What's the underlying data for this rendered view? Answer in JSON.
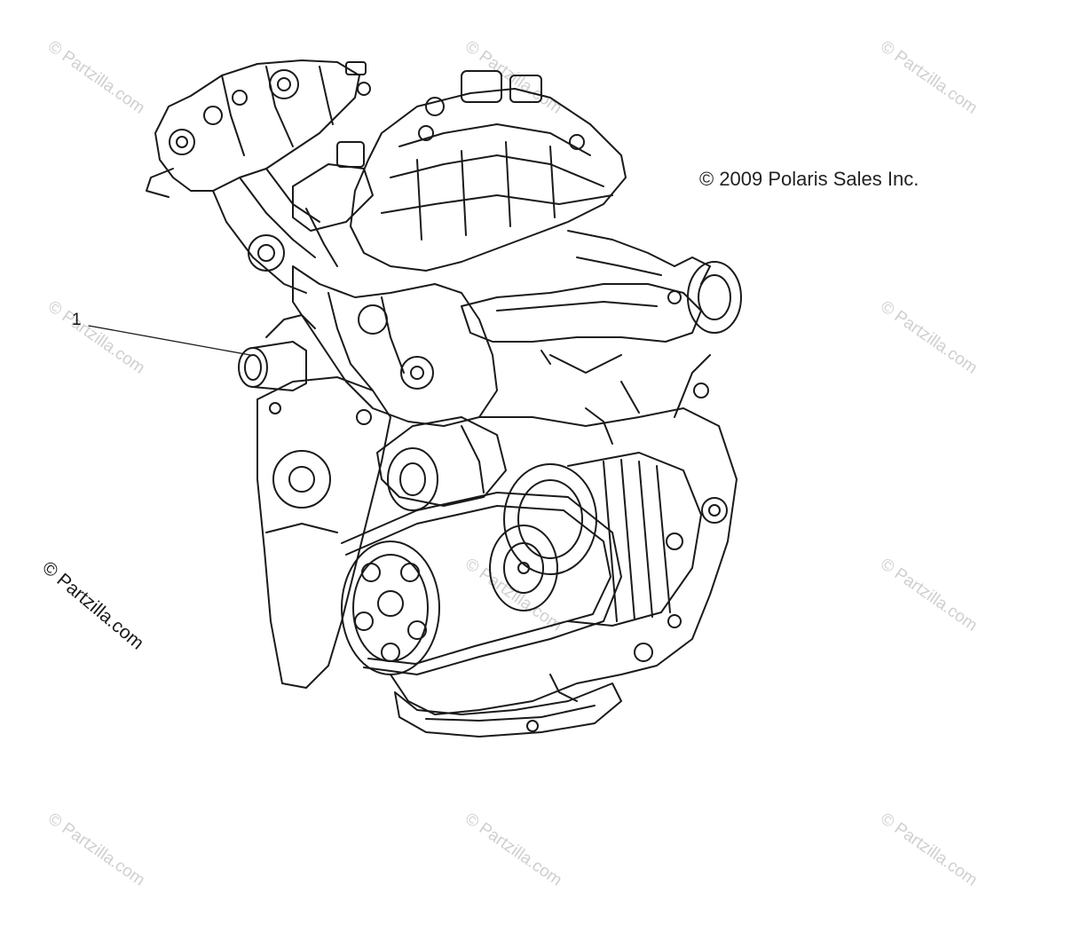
{
  "copyright": "© 2009 Polaris Sales Inc.",
  "callouts": [
    {
      "number": "1"
    }
  ],
  "watermark": "© Partzilla.com",
  "colors": {
    "line": "#1a1a1a",
    "watermark": "#cfcfcf",
    "background": "#ffffff"
  }
}
